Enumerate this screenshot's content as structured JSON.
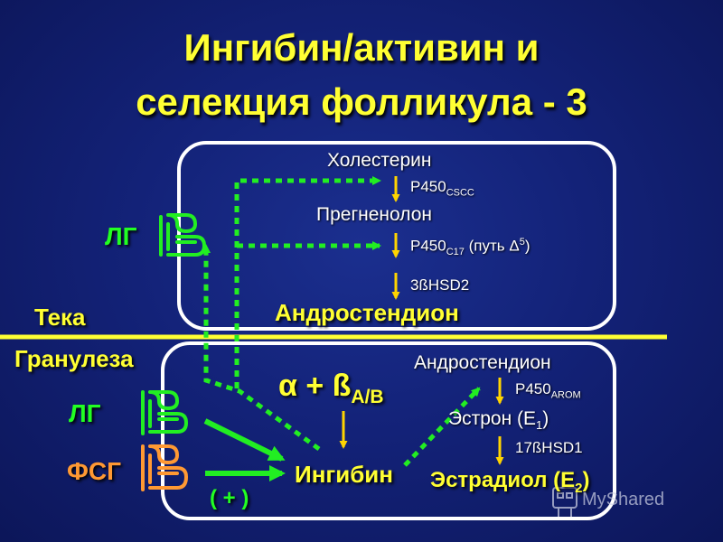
{
  "title": {
    "line1": "Ингибин/активин и",
    "line2": "селекция фолликула - 3"
  },
  "theca": {
    "label": "Тека",
    "cholesterol": "Холестерин",
    "enzyme1_main": "P450",
    "enzyme1_sub": "CSCC",
    "pregnenolone": "Прегненолон",
    "enzyme2_main": "P450",
    "enzyme2_sub": "C17",
    "enzyme2_rest": " (путь Δ",
    "enzyme2_sup": "5",
    "enzyme2_end": ")",
    "enzyme3": "3ßHSD2",
    "androstenedione": "Андростендион",
    "lh_label": "ЛГ"
  },
  "granulosa": {
    "label": "Гранулеза",
    "lh_label": "ЛГ",
    "fsh_label": "ФСГ",
    "plus": "( + )",
    "alpha_beta_main": "α + ß",
    "alpha_beta_sub": "A/B",
    "inhibin": "Ингибин",
    "androstenedione": "Андростендион",
    "enzyme4_main": "P450",
    "enzyme4_sub": "AROM",
    "estrone_main": "Эстрон (E",
    "estrone_sub": "1",
    "estrone_end": ")",
    "enzyme5": "17ßHSD1",
    "estradiol_main": "Эстрадиол (E",
    "estradiol_sub": "2",
    "estradiol_end": ")"
  },
  "watermark": "MyShared",
  "colors": {
    "background": "#132278",
    "title": "#ffff33",
    "arrow_green": "#22ee22",
    "arrow_yellow": "#ffd400",
    "receptor_green": "#22ee22",
    "receptor_orange": "#ff9933",
    "divider": "#ffff33"
  }
}
